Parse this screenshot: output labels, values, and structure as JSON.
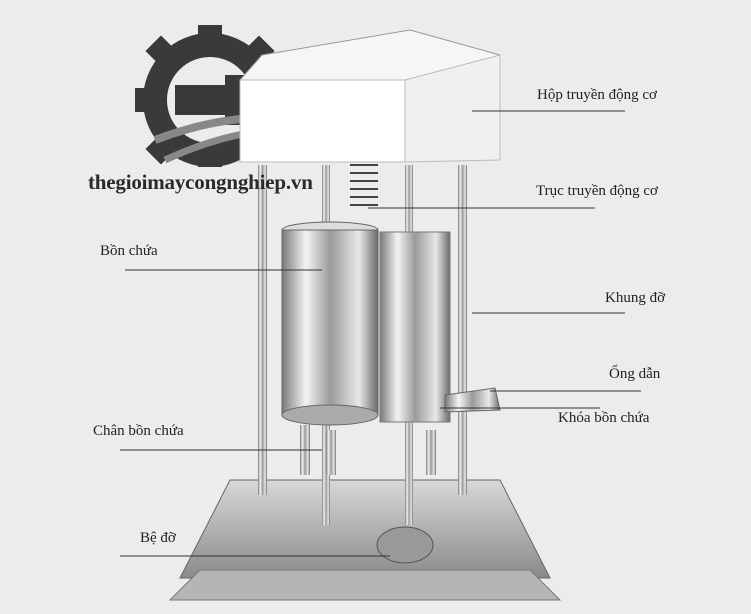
{
  "brand": {
    "name": "thegioimaycongnghiep.vn"
  },
  "labels": {
    "gearbox": "Hộp truyền động cơ",
    "drive_shaft": "Trục truyền động cơ",
    "tank": "Bồn chứa",
    "frame": "Khung đỡ",
    "nozzle": "Ống dẫn",
    "tank_lock": "Khóa bồn chứa",
    "tank_legs": "Chân bồn chứa",
    "base": "Bệ đỡ"
  },
  "colors": {
    "background": "#ececec",
    "logo_gear": "#3a3a3a",
    "logo_swoosh": "#888888"
  }
}
